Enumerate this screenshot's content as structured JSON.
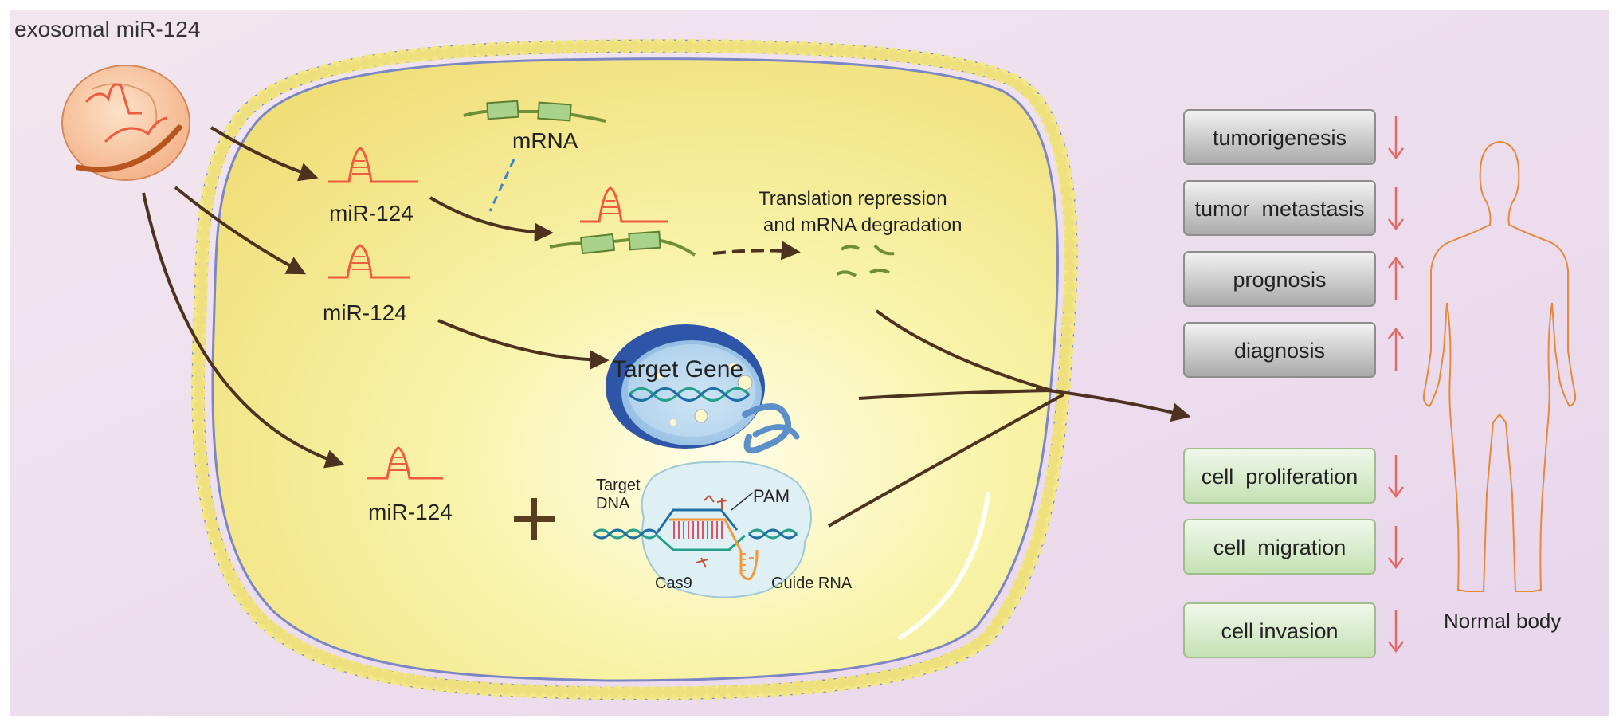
{
  "title": "exosomal miR-124",
  "mirna_label_1": "miR-124",
  "mirna_label_2": "miR-124",
  "mirna_label_3": "miR-124",
  "mrna_label": "mRNA",
  "translation_line_1": "Translation repression",
  "translation_line_2": "and mRNA degradation",
  "target_gene_label": "Target Gene",
  "crispr": {
    "target_dna_line_1": "Target",
    "target_dna_line_2": "DNA",
    "pam": "PAM",
    "cas9": "Cas9",
    "guide_rna": "Guide RNA"
  },
  "outcomes": [
    {
      "label": "tumorigenesis",
      "direction": "down"
    },
    {
      "label": "tumor  metastasis",
      "direction": "down"
    },
    {
      "label": "prognosis",
      "direction": "up"
    },
    {
      "label": "diagnosis",
      "direction": "up"
    },
    {
      "label": "cell  proliferation",
      "direction": "down"
    },
    {
      "label": "cell  migration",
      "direction": "down"
    },
    {
      "label": "cell invasion",
      "direction": "down"
    }
  ],
  "body_label": "Normal body",
  "colors": {
    "background": "#efe1ef",
    "cell_fill": "#f6f2a6",
    "membrane": "#7b86c4",
    "membrane_head": "#f3e78a",
    "mirna": "#ef5b3f",
    "arrow": "#4d3220",
    "gray_box": "#b5b5b5",
    "green_box": "#cfe7c3",
    "trend_arrow": "#e06a6a",
    "body_outline": "#e48a3a"
  }
}
